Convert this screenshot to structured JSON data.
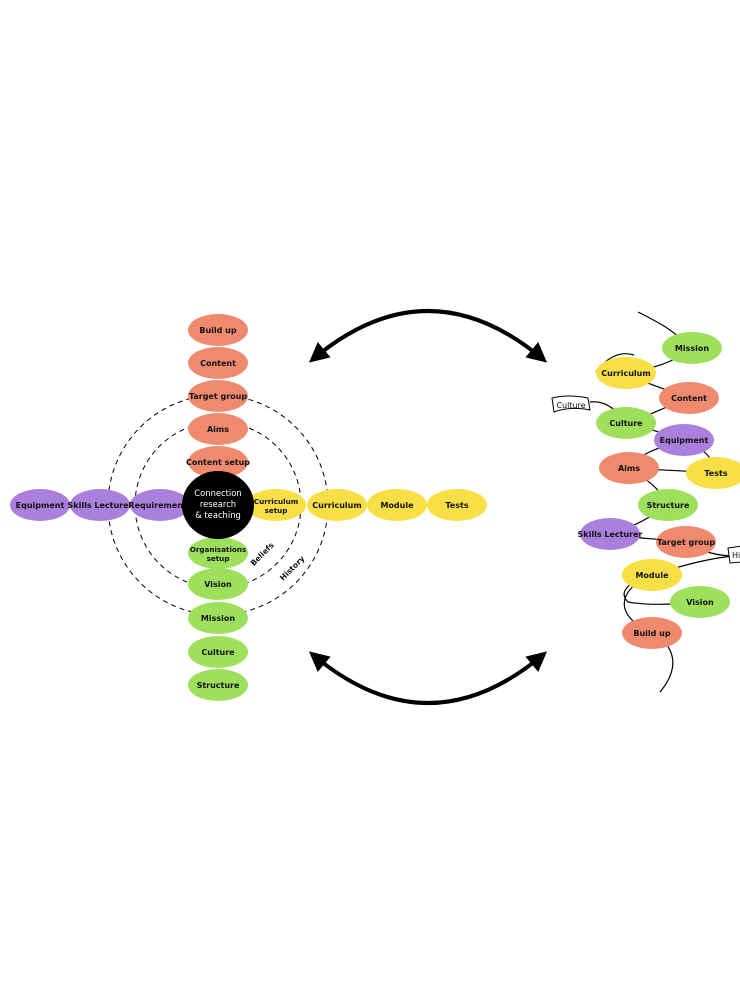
{
  "colors": {
    "salmon": "#ef8a6f",
    "green": "#9ee05c",
    "yellow": "#f7df45",
    "purple": "#ab80dd",
    "center": "#000000",
    "line": "#000000"
  },
  "center": {
    "lines": [
      "Connection",
      "research",
      "& teaching"
    ]
  },
  "rings": {
    "inner_label": "Beliefs",
    "outer_label": "History"
  },
  "cross": {
    "top": [
      "Build up",
      "Content",
      "Target group",
      "Aims",
      "Content setup"
    ],
    "bottom": [
      "Organisations setup",
      "Vision",
      "Mission",
      "Culture",
      "Structure"
    ],
    "left": [
      "Equipment",
      "Skills Lecturer",
      "Requirements"
    ],
    "right": [
      "Curriculum setup",
      "Curriculum",
      "Module",
      "Tests"
    ]
  },
  "network": {
    "nodes": [
      "Mission",
      "Curriculum",
      "Content",
      "Culture",
      "Equipment",
      "Aims",
      "Tests",
      "Structure",
      "Skills Lecturer",
      "Target group",
      "Module",
      "Vision",
      "Build up"
    ],
    "flags": [
      "Culture",
      "Hi"
    ]
  }
}
